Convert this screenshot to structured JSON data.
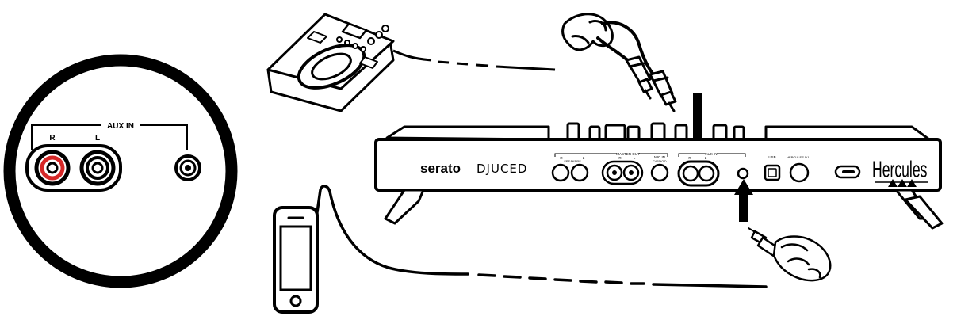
{
  "zoom_panel": {
    "group_label": "AUX IN",
    "right_label": "R",
    "left_label": "L"
  },
  "controller": {
    "brand_left": "serato",
    "brand_mid": "DJUCED",
    "brand_right": "Hercules",
    "rear_panel_labels": {
      "master_out": "MASTER OUT",
      "speakers": "SPEAKERS",
      "master_r": "R",
      "master_l": "L",
      "mic_in": "MIC IN",
      "mic_sub": "CARDIOID",
      "aux_in": "AUX IN",
      "aux_r": "R",
      "aux_l": "L",
      "usb": "USB",
      "power": "HERCULES DJ"
    }
  },
  "colors": {
    "stroke": "#000000",
    "rca_right_ring": "#d62828",
    "background": "#ffffff"
  }
}
